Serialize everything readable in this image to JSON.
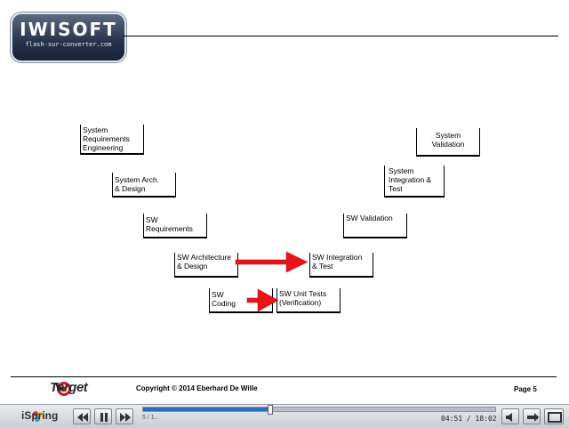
{
  "slide": {
    "logo": {
      "brand": "IWISOFT",
      "tagline": "flash-sur-converter.com"
    },
    "boxes": [
      {
        "id": "sys-req-eng",
        "label": "System\nRequirements\nEngineering"
      },
      {
        "id": "sys-arch",
        "label": "System Arch.\n& Design"
      },
      {
        "id": "sw-req",
        "label": "SW\nRequirements"
      },
      {
        "id": "sw-arch",
        "label": "SW Architecture\n& Design"
      },
      {
        "id": "sw-coding",
        "label": "SW\nCoding"
      },
      {
        "id": "sw-unit-tests",
        "label": "SW Unit Tests\n(Verification)"
      },
      {
        "id": "sw-integration",
        "label": "SW Integration\n& Test"
      },
      {
        "id": "sw-validation",
        "label": "SW Validation"
      },
      {
        "id": "sys-integration",
        "label": "System\nIntegration &\nTest"
      },
      {
        "id": "sys-validation",
        "label": "System\nValidation"
      }
    ],
    "arrow_color": "#e8141a",
    "footer": {
      "brand": "Target",
      "copyright": "Copyright © 2014 Eberhard De Wille",
      "page": "Page 5"
    }
  },
  "player": {
    "brand": "iSpring",
    "slide_count": "5 / 1...",
    "time": "04:51 / 18:02",
    "progress": 0.36,
    "accent": "#2a6ebd",
    "buttons": [
      "prev-icon",
      "pause-icon",
      "next-icon",
      "volume-icon",
      "settings-icon",
      "fullscreen-icon"
    ]
  }
}
